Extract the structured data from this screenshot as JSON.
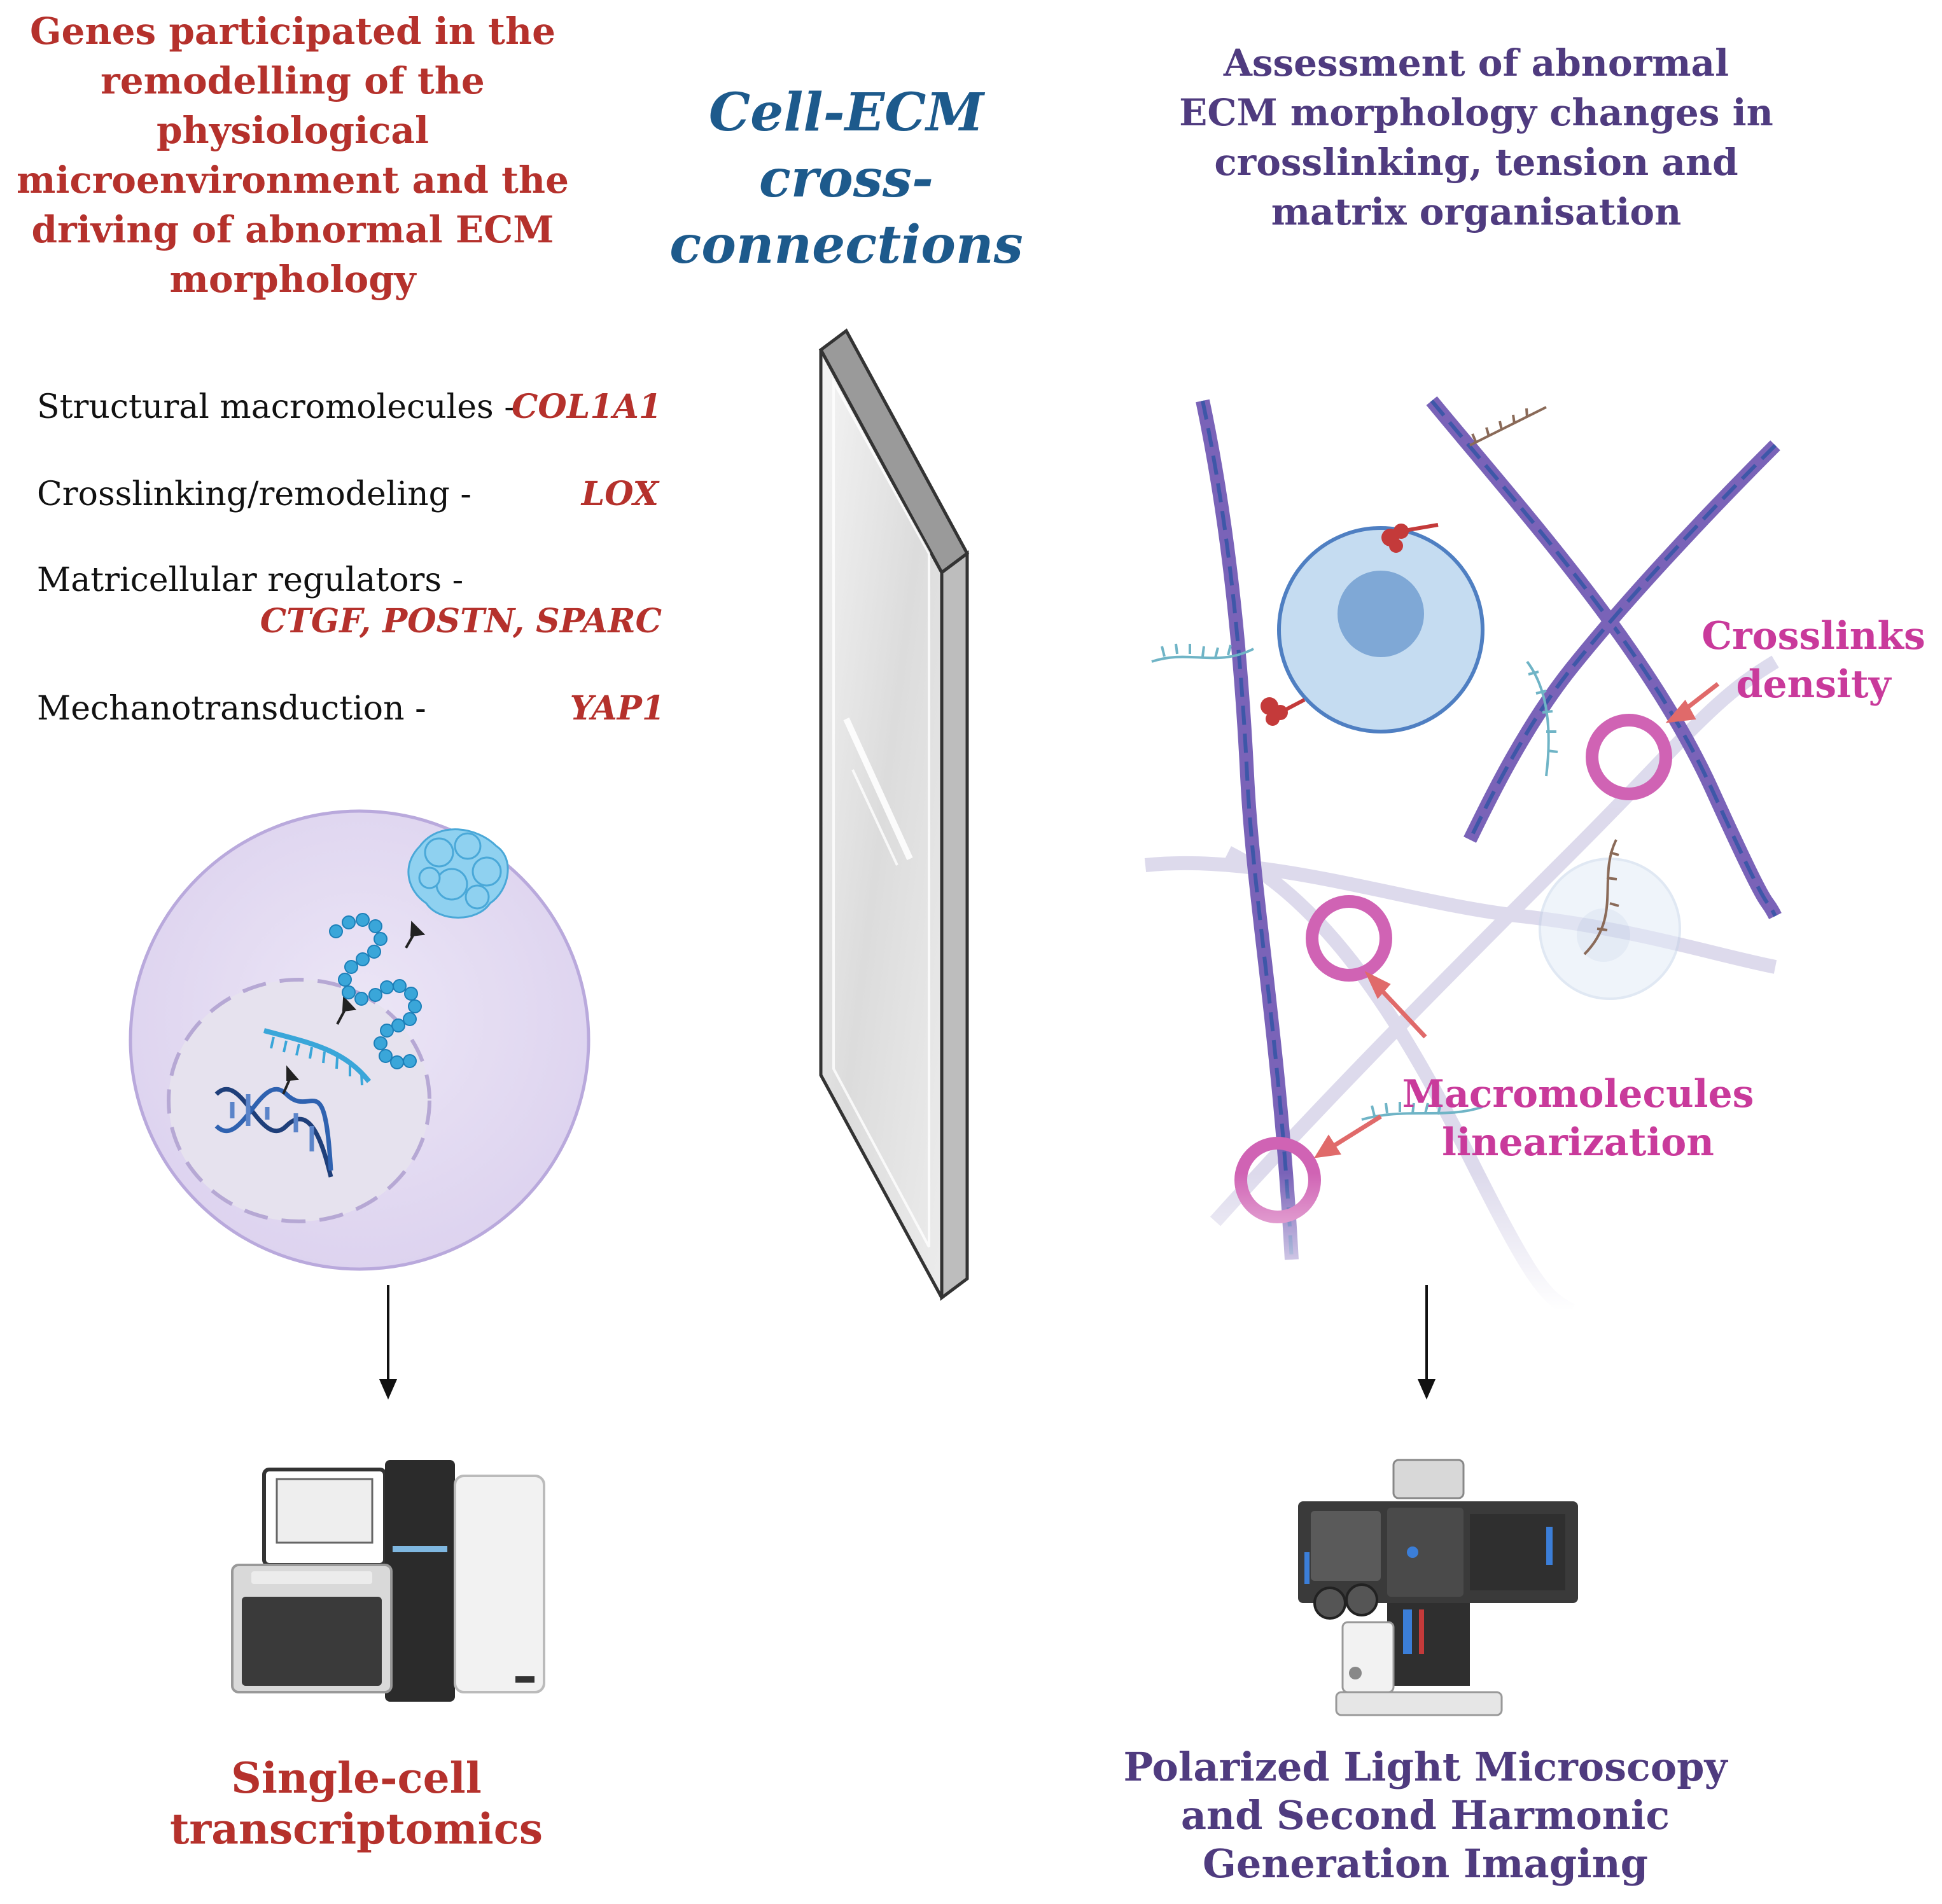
{
  "left": {
    "heading_lines": [
      "Genes participated in the",
      "remodelling of the",
      "physiological",
      "microenvironment and the",
      "driving of abnormal ECM",
      "morphology"
    ],
    "genes": [
      {
        "label": "Structural macromolecules -",
        "value": "COL1A1"
      },
      {
        "label": "Crosslinking/remodeling -",
        "value": "LOX"
      },
      {
        "label": "Matricellular regulators -",
        "value": "CTGF, POSTN, SPARC"
      },
      {
        "label": "Mechanotransduction -",
        "value": "YAP1"
      }
    ],
    "caption": "Single-cell transcriptomics"
  },
  "center": {
    "title_lines": [
      "Cell-ECM",
      "cross-",
      "connections"
    ]
  },
  "right": {
    "heading_lines": [
      "Assessment of abnormal",
      "ECM morphology changes in",
      "crosslinking, tension and",
      "matrix organisation"
    ],
    "crosslinks_label": [
      "Crosslinks",
      "density"
    ],
    "linearization_label": [
      "Macromolecules",
      "linearization"
    ],
    "caption_lines": [
      "Polarized Light Microscopy",
      "and Second Harmonic",
      "Generation Imaging"
    ]
  },
  "colors": {
    "red": "#b5312c",
    "purple": "#4f3b7f",
    "blue": "#1d5a8c",
    "pink": "#c93a9b"
  }
}
